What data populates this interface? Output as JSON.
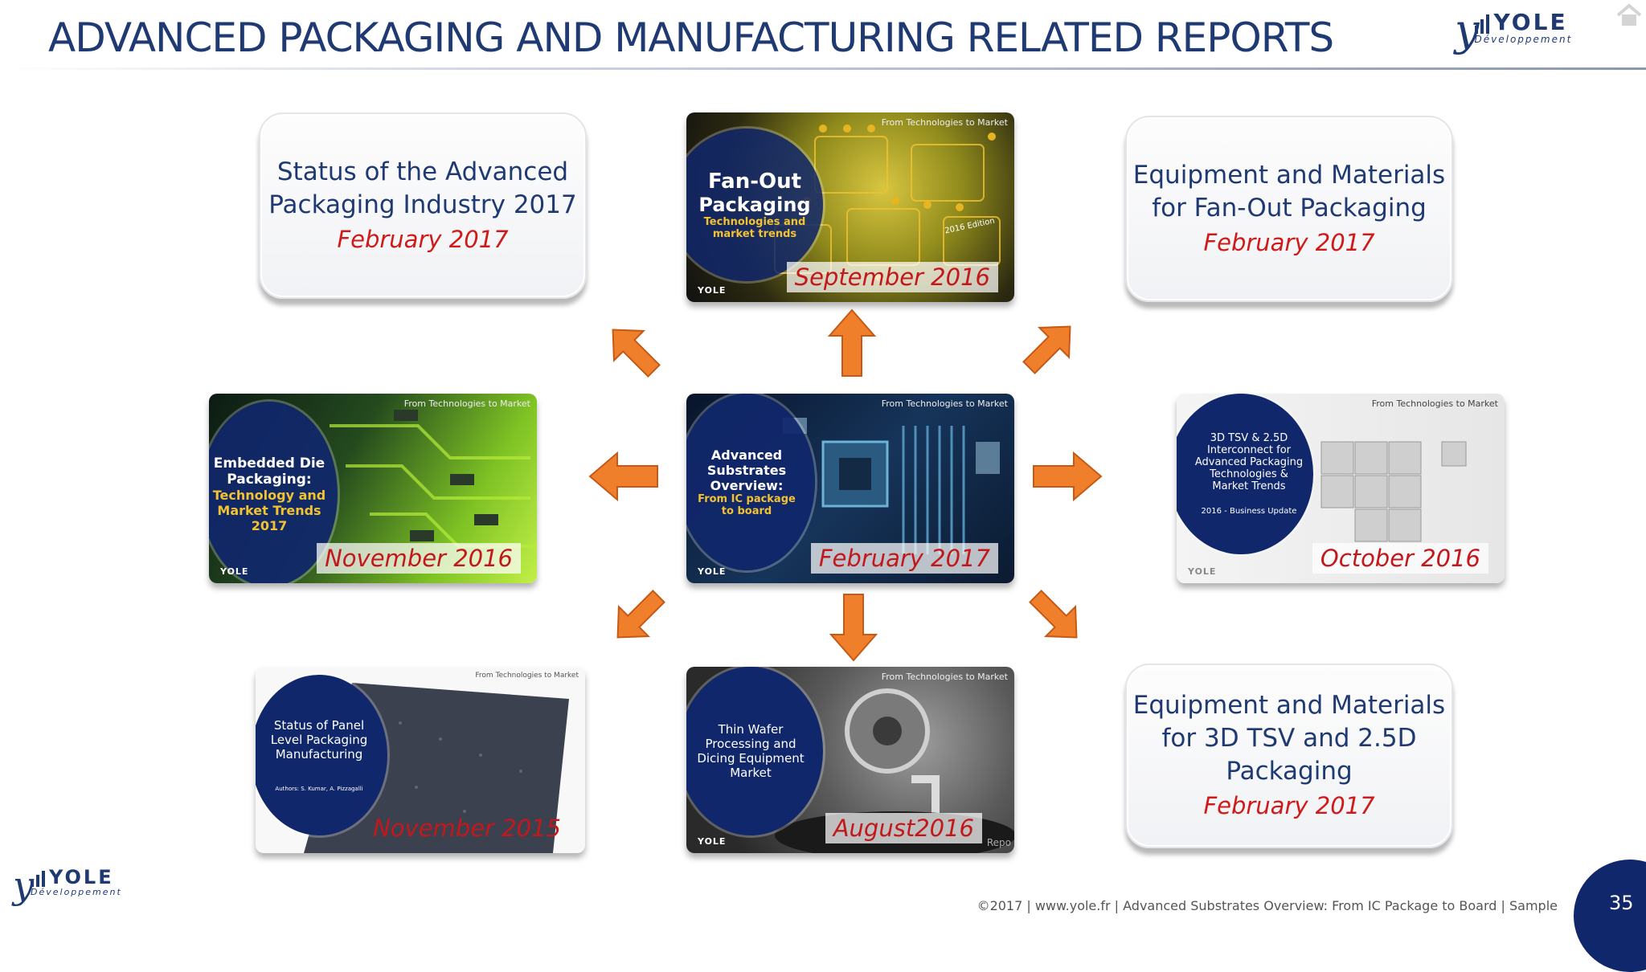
{
  "slide": {
    "title": "ADVANCED PACKAGING AND MANUFACTURING RELATED REPORTS",
    "brand": {
      "word": "YOLE",
      "sub": "Développement"
    },
    "footer": "©2017 | www.yole.fr | Advanced Substrates Overview: From IC Package to Board | Sample",
    "page_number": "35"
  },
  "reports": {
    "top_left": {
      "line1": "Status of the Advanced",
      "line2": "Packaging Industry 2017",
      "date": "February 2017"
    },
    "top_right": {
      "line1": "Equipment and Materials",
      "line2": "for Fan-Out Packaging",
      "date": "February 2017"
    },
    "bottom_right": {
      "line1": "Equipment and Materials",
      "line2": "for 3D TSV and 2.5D",
      "line3": "Packaging",
      "date": "February 2017"
    },
    "fanout": {
      "title1": "Fan-Out",
      "title2": "Packaging",
      "subtitle1": "Technologies and",
      "subtitle2": "market trends",
      "edition": "2016 Edition",
      "tagline": "From Technologies to Market",
      "date": "September 2016",
      "logo": "YOLE"
    },
    "embedded": {
      "t1": "Embedded Die",
      "t2": "Packaging:",
      "t3": "Technology and",
      "t4": "Market Trends",
      "t5": "2017",
      "tagline": "From Technologies to Market",
      "date": "November 2016",
      "logo": "YOLE"
    },
    "substrates": {
      "t1": "Advanced",
      "t2": "Substrates",
      "t3": "Overview:",
      "t4": "From IC package",
      "t5": "to board",
      "tagline": "From Technologies to Market",
      "date": "February 2017",
      "logo": "YOLE"
    },
    "tsv": {
      "t1": "3D TSV & 2.5D",
      "t2": "Interconnect for",
      "t3": "Advanced Packaging",
      "t4": "Technologies &",
      "t5": "Market Trends",
      "update": "2016 - Business Update",
      "tagline": "From Technologies to Market",
      "date": "October 2016",
      "logo": "YOLE"
    },
    "panel": {
      "t1": "Status of Panel",
      "t2": "Level Packaging",
      "t3": "Manufacturing",
      "authors": "Authors: S. Kumar, A. Pizzagalli",
      "tagline": "From Technologies to Market",
      "date": "November 2015"
    },
    "wafer": {
      "t1": "Thin Wafer",
      "t2": "Processing and",
      "t3": "Dicing Equipment",
      "t4": "Market",
      "tagline": "From Technologies to Market",
      "date": "August2016",
      "corner": "Repo",
      "logo": "YOLE"
    }
  },
  "colors": {
    "title_blue": "#1f3a73",
    "date_red": "#d01a1a",
    "arrow_orange": "#f07f2c",
    "navy": "#10276b"
  }
}
